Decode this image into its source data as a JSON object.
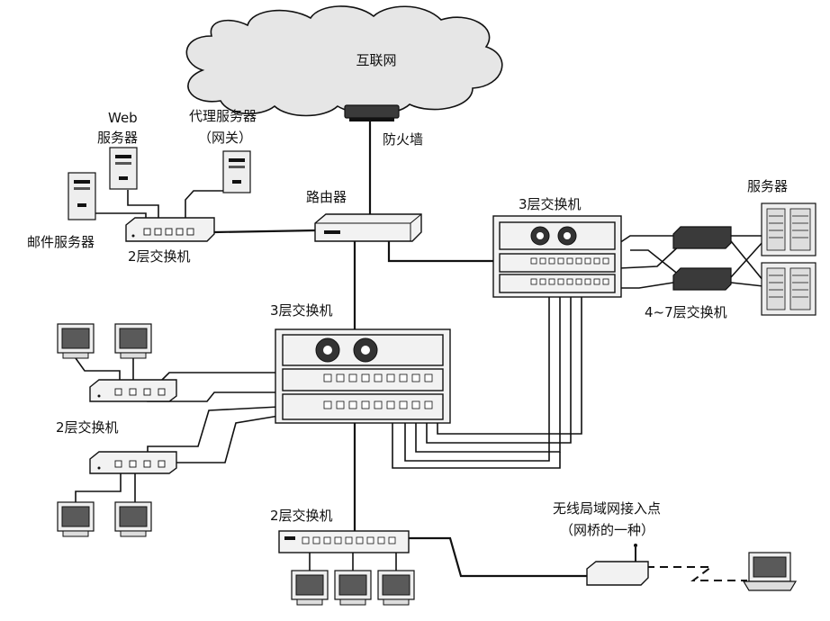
{
  "labels": {
    "internet": "互联网",
    "firewall": "防火墙",
    "web_server_1": "Web",
    "web_server_2": "服务器",
    "proxy_server_1": "代理服务器",
    "proxy_server_2": "（网关）",
    "mail_server": "邮件服务器",
    "l2_switch_top": "2层交换机",
    "router": "路由器",
    "l3_switch_right": "3层交换机",
    "servers": "服务器",
    "l47_switch": "4~7层交换机",
    "l3_switch_center": "3层交换机",
    "l2_switch_left": "2层交换机",
    "l2_switch_bottom": "2层交换机",
    "wireless_ap_1": "无线局域网接入点",
    "wireless_ap_2": "（网桥的一种）"
  },
  "colors": {
    "line": "#111111",
    "device_fill": "#f2f2f2",
    "device_dark": "#3a3a3a"
  }
}
